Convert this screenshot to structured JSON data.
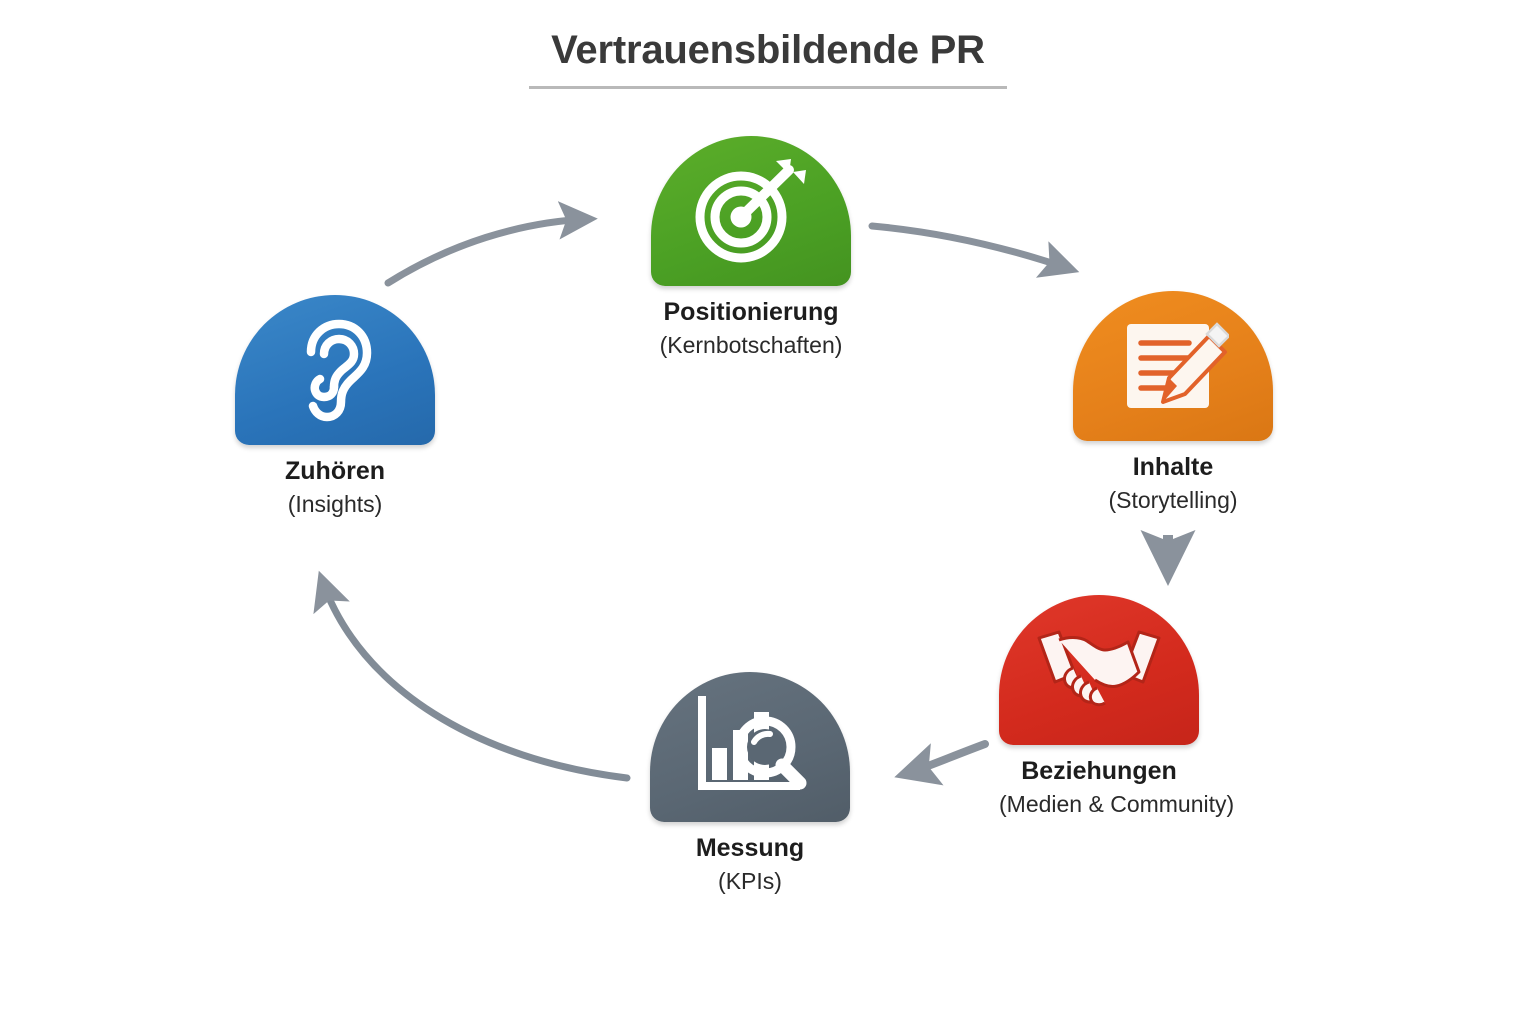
{
  "header": {
    "title": "Vertrauensbildende PR",
    "rule_color": "#b9b9b9"
  },
  "palette": {
    "blue": "#2D7BC0",
    "green": "#4CA023",
    "orange": "#E8821C",
    "red": "#D52B1E",
    "gray": "#5A6773",
    "arrow": "#8A929C",
    "background": "#FFFFFF",
    "text": "#1D1D1D"
  },
  "diagram": {
    "type": "cycle",
    "nodes": [
      {
        "id": "zuhoeren",
        "label": "Zuhören",
        "sub": "(Insights)",
        "icon": "ear-icon",
        "color": "#2D7BC0"
      },
      {
        "id": "positionierung",
        "label": "Positionierung",
        "sub": "(Kernbotschaften)",
        "icon": "target-arrow-icon",
        "color": "#4CA023"
      },
      {
        "id": "inhalte",
        "label": "Inhalte",
        "sub": "(Storytelling)",
        "icon": "document-pencil-icon",
        "color": "#E8821C"
      },
      {
        "id": "beziehungen",
        "label": "Beziehungen",
        "sub": "(Medien & Community)",
        "icon": "handshake-icon",
        "color": "#D52B1E"
      },
      {
        "id": "messung",
        "label": "Messung",
        "sub": "(KPIs)",
        "icon": "bar-chart-magnifier-icon",
        "color": "#5A6773"
      }
    ],
    "connections": [
      {
        "from": "zuhoeren",
        "to": "positionierung",
        "style": "curved"
      },
      {
        "from": "positionierung",
        "to": "inhalte",
        "style": "curved"
      },
      {
        "from": "inhalte",
        "to": "beziehungen",
        "style": "straight"
      },
      {
        "from": "beziehungen",
        "to": "messung",
        "style": "curved"
      },
      {
        "from": "messung",
        "to": "zuhoeren",
        "style": "curved"
      }
    ]
  }
}
